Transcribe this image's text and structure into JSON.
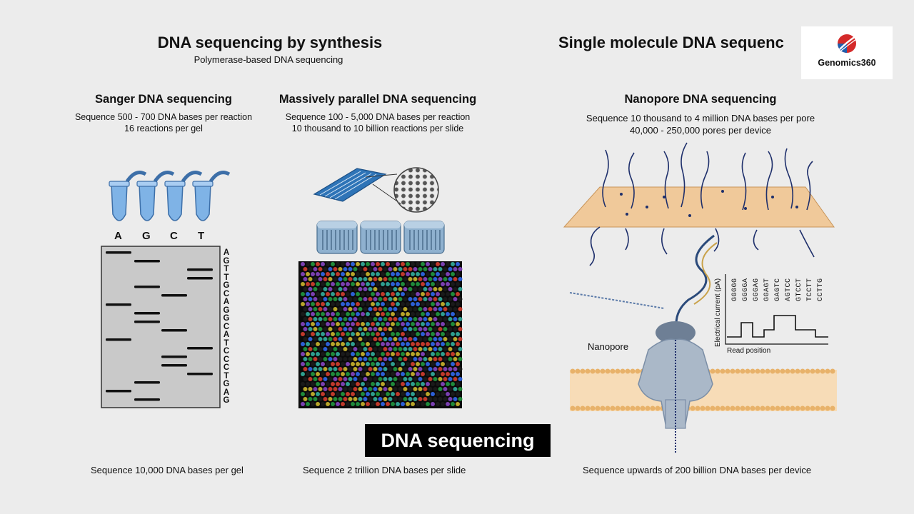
{
  "left_section": {
    "title": "DNA sequencing by synthesis",
    "subtitle": "Polymerase-based DNA sequencing"
  },
  "right_section": {
    "title": "Single molecule DNA sequenc"
  },
  "logo": {
    "text": "Genomics360"
  },
  "sanger": {
    "title": "Sanger DNA sequencing",
    "line1": "Sequence 500 - 700 DNA bases per reaction",
    "line2": "16 reactions per gel",
    "lanes": [
      "A",
      "G",
      "C",
      "T"
    ],
    "read": [
      "A",
      "G",
      "T",
      "T",
      "G",
      "C",
      "A",
      "G",
      "G",
      "C",
      "A",
      "T",
      "C",
      "C",
      "C",
      "T",
      "G",
      "A",
      "G"
    ],
    "footer": "Sequence 10,000 DNA bases per gel"
  },
  "massive": {
    "title": "Massively parallel DNA sequencing",
    "line1": "Sequence 100 - 5,000 DNA bases per reaction",
    "line2": "10 thousand to 10 billion reactions per slide",
    "footer": "Sequence 2 trillion DNA bases per slide"
  },
  "nanopore": {
    "title": "Nanopore DNA sequencing",
    "line1": "Sequence 10 thousand to 4 million DNA bases per pore",
    "line2": "40,000 - 250,000 pores per device",
    "label": "Nanopore",
    "footer": "Sequence upwards of 200 billion DNA bases per device",
    "graph": {
      "ylabel": "Electrical current (pA)",
      "xlabel": "Read position",
      "kmers": [
        "GGGGG",
        "GGGGA",
        "GGGAG",
        "GGAGT",
        "GAGTC",
        "AGTCC",
        "GTCCT",
        "TCCTT",
        "CCTTG"
      ]
    }
  },
  "caption": "DNA sequencing",
  "colors": {
    "background": "#ececec",
    "caption_bg": "#000000",
    "membrane": "#e8b26a",
    "protein": "#aab8c8",
    "tube": "#7fb3e6"
  }
}
